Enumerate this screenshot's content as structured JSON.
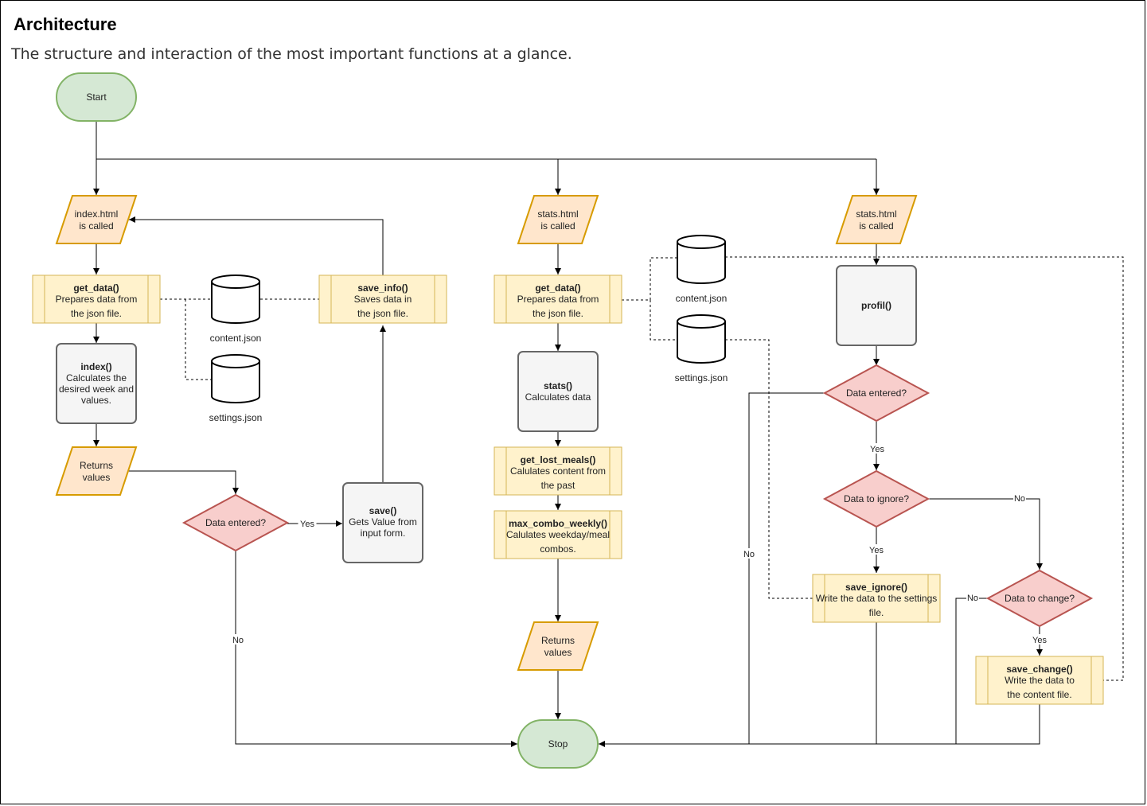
{
  "header": {
    "title": "Architecture",
    "subtitle": "The structure and interaction of the most important functions at a glance."
  },
  "colors": {
    "terminal_fill": "#d5e8d4",
    "terminal_stroke": "#82b366",
    "io_fill": "#ffe6cc",
    "io_stroke": "#d79b00",
    "process_fill": "#fff2cc",
    "process_stroke": "#d6b656",
    "function_fill": "#f5f5f5",
    "function_stroke": "#666666",
    "decision_fill": "#f8cecc",
    "decision_stroke": "#b85450"
  },
  "nodes": {
    "start": [
      "Start"
    ],
    "stop": [
      "Stop"
    ],
    "index_called": [
      "index.html",
      "is called"
    ],
    "stats_called": [
      "stats.html",
      "is called"
    ],
    "stats_called_2": [
      "stats.html",
      "is called"
    ],
    "get_data_1": {
      "name": "get_data()",
      "lines": [
        "Prepares data from",
        "the json file."
      ]
    },
    "get_data_2": {
      "name": "get_data()",
      "lines": [
        "Prepares data from",
        "the json file."
      ]
    },
    "save_info": {
      "name": "save_info()",
      "lines": [
        "Saves data in",
        "the json file."
      ]
    },
    "index_fn": {
      "name": "index()",
      "lines": [
        "Calculates the",
        "desired week and",
        "values."
      ]
    },
    "stats_fn": {
      "name": "stats()",
      "lines": [
        "Calculates data"
      ]
    },
    "profil_fn": {
      "name": "profil()",
      "lines": []
    },
    "save_fn": {
      "name": "save()",
      "lines": [
        "Gets Value from",
        "input form."
      ]
    },
    "get_lost_meals": {
      "name": "get_lost_meals()",
      "lines": [
        "Calulates content from",
        "the past"
      ]
    },
    "max_combo_weekly": {
      "name": "max_combo_weekly()",
      "lines": [
        "Calulates weekday/meal",
        "combos."
      ]
    },
    "save_ignore": {
      "name": "save_ignore()",
      "lines": [
        "Write the data to the settings",
        "file."
      ]
    },
    "save_change": {
      "name": "save_change()",
      "lines": [
        "Write the data to",
        "the content file."
      ]
    },
    "returns_1": [
      "Returns",
      "values"
    ],
    "returns_2": [
      "Returns",
      "values"
    ],
    "decision_1": [
      "Data entered?"
    ],
    "decision_2": [
      "Data entered?"
    ],
    "decision_3": [
      "Data to ignore?"
    ],
    "decision_4": [
      "Data to change?"
    ],
    "content_json_1": "content.json",
    "settings_json_1": "settings.json",
    "content_json_2": "content.json",
    "settings_json_2": "settings.json"
  },
  "edge_labels": {
    "d1_yes": "Yes",
    "d1_no": "No",
    "d2_yes": "Yes",
    "d2_no": "No",
    "d3_yes": "Yes",
    "d3_no": "No",
    "d4_yes": "Yes",
    "d4_no": "No"
  }
}
